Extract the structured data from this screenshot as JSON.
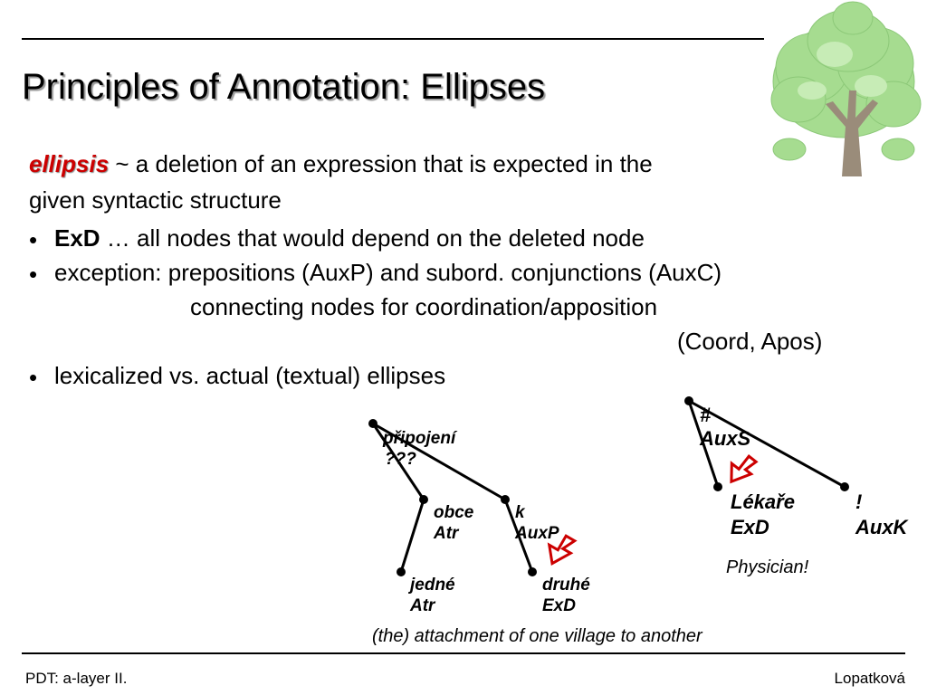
{
  "slide": {
    "title": "Principles of Annotation: Ellipses",
    "definition": {
      "term": "ellipsis",
      "text_line1": " ~ a deletion of an expression that is expected in the",
      "text_line2": "given syntactic structure"
    },
    "bullets": [
      {
        "bold": "ExD",
        "text": " … all nodes that would depend on the deleted node"
      },
      {
        "text": "exception: prepositions (AuxP) and subord. conjunctions (AuxC)"
      },
      {
        "text": "lexicalized  vs.  actual (textual) ellipses"
      }
    ],
    "continuation_line1": "connecting nodes for coordination/apposition",
    "continuation_line2": "(Coord, Apos)",
    "bullet_char": "•"
  },
  "tree1": {
    "nodes": [
      {
        "word": "připojení",
        "func": "???"
      },
      {
        "word": "obce",
        "func": "Atr"
      },
      {
        "word": "k",
        "func": "AuxP"
      },
      {
        "word": "jedné",
        "func": "Atr"
      },
      {
        "word": "druhé",
        "func": "ExD"
      }
    ],
    "caption": "(the) attachment of one village to another"
  },
  "tree2": {
    "nodes": [
      {
        "word": "#",
        "func": "AuxS"
      },
      {
        "word": "Lékaře",
        "func": "ExD"
      },
      {
        "word": "!",
        "func": "AuxK"
      }
    ],
    "caption": "Physician!"
  },
  "footer": {
    "left": "PDT: a-layer II.",
    "right": "Lopatková"
  },
  "colors": {
    "accent": "#cc0000",
    "tree_green": "#9fd68a",
    "trunk": "#9a8c7a"
  }
}
